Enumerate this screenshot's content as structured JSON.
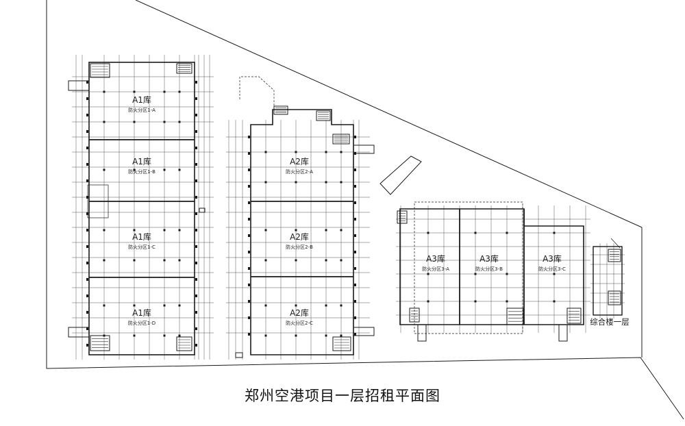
{
  "title": "郑州空港项目一层招租平面图",
  "colors": {
    "line": "#1a1a1a",
    "grid": "#555555",
    "background": "#ffffff"
  },
  "warehouses": [
    {
      "name": "A1库",
      "zones": [
        {
          "name": "A1库",
          "label": "防火分区1-A"
        },
        {
          "name": "A1库",
          "label": "防火分区1-B"
        },
        {
          "name": "A1库",
          "label": "防火分区1-C"
        },
        {
          "name": "A1库",
          "label": "防火分区1-D"
        }
      ]
    },
    {
      "name": "A2库",
      "zones": [
        {
          "name": "A2库",
          "label": "防火分区2-A"
        },
        {
          "name": "A2库",
          "label": "防火分区2-B"
        },
        {
          "name": "A2库",
          "label": "防火分区2-C"
        }
      ]
    },
    {
      "name": "A3库",
      "zones": [
        {
          "name": "A3库",
          "label": "防火分区3-A"
        },
        {
          "name": "A3库",
          "label": "防火分区3-B"
        },
        {
          "name": "A3库",
          "label": "防火分区3-C"
        }
      ]
    }
  ],
  "office_building": {
    "label": "综合楼一层"
  }
}
